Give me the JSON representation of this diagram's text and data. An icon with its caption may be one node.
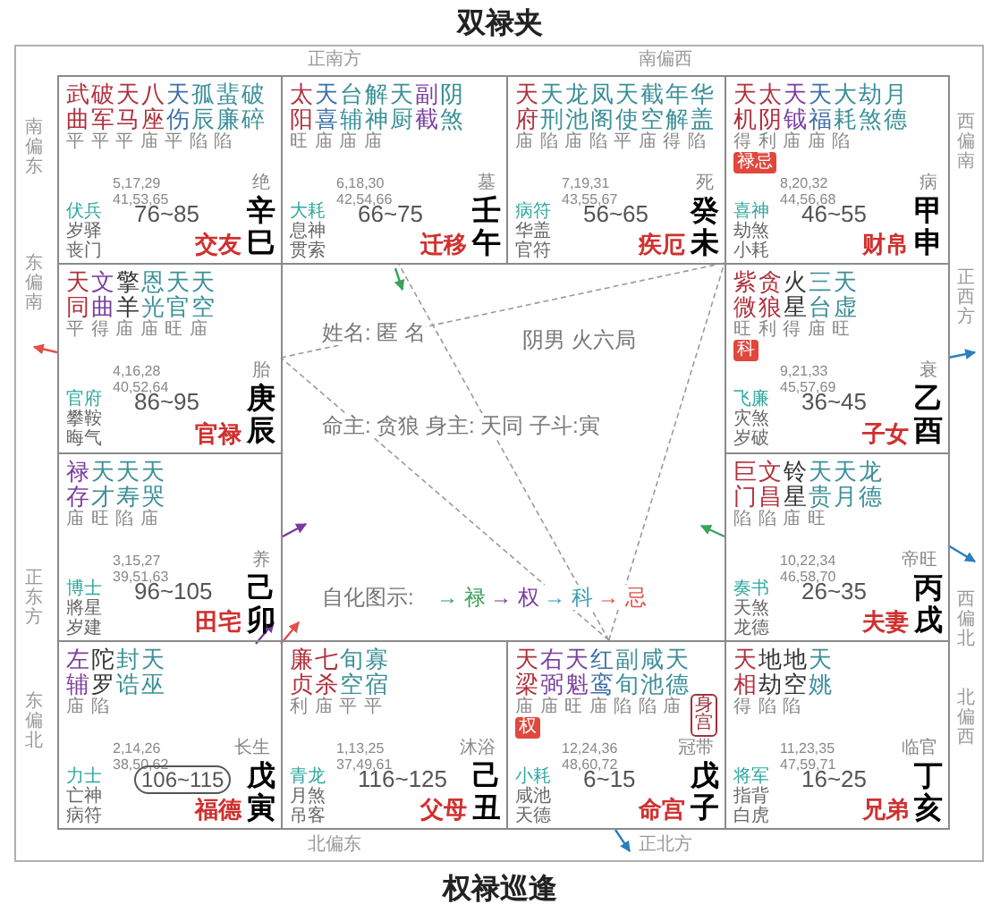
{
  "diagram": {
    "title": "双禄夹",
    "caption": "权禄巡逢",
    "nodes": [
      {
        "text": [
          "武曲",
          "破军",
          "天马",
          "八座",
          "天伤",
          "孤辰",
          "蜚廉",
          "破碎",
          "平 平 平 庙 平 陷 陷",
          "5,17,29 41,53,65",
          "绝",
          "伏兵",
          "岁驿",
          "丧门",
          "76~85",
          "交友",
          "辛巳"
        ]
      },
      {
        "text": [
          "太阳",
          "天喜",
          "台辅",
          "解神",
          "天厨",
          "副截",
          "阴煞",
          "旺 庙 庙 庙",
          "6,18,30 42,54,66",
          "墓",
          "大耗",
          "息神",
          "贯索",
          "66~75",
          "迁移",
          "壬午"
        ]
      },
      {
        "text": [
          "天府",
          "天刑",
          "龙池",
          "凤阁",
          "天使",
          "截空",
          "年解",
          "华盖",
          "庙 陷 庙 陷 平 庙 得 陷",
          "7,19,31 43,55,67",
          "死",
          "病符",
          "华盖",
          "官符",
          "56~65",
          "疾厄",
          "癸未"
        ]
      },
      {
        "text": [
          "天机",
          "太阴",
          "天钺",
          "天福",
          "大耗",
          "劫煞",
          "月德",
          "得 利 庙 庙 陷",
          "禄忌",
          "8,20,32 44,56,68",
          "病",
          "喜神",
          "劫煞",
          "小耗",
          "46~55",
          "财帛",
          "甲申"
        ]
      },
      {
        "text": [
          "天同",
          "文曲",
          "擎羊",
          "恩光",
          "天官",
          "天空",
          "平 得 庙 庙 旺 庙",
          "4,16,28 40,52,64",
          "胎",
          "官府",
          "攀鞍",
          "晦气",
          "86~95",
          "官禄",
          "庚辰"
        ]
      },
      {
        "text": [
          "紫微",
          "贪狼",
          "火星",
          "三台",
          "天虚",
          "旺 利 得 庙 旺",
          "科",
          "9,21,33 45,57,69",
          "衰",
          "飞廉",
          "灾煞",
          "岁破",
          "36~45",
          "子女",
          "乙酉"
        ]
      },
      {
        "text": [
          "禄存",
          "天才",
          "天寿",
          "天哭",
          "庙 旺 陷 庙",
          "3,15,27 39,51,63",
          "养",
          "博士",
          "將星",
          "岁建",
          "96~105",
          "田宅",
          "己卯"
        ]
      },
      {
        "text": [
          "巨门",
          "文昌",
          "铃星",
          "天贵",
          "天月",
          "龙德",
          "陷 陷 庙 旺",
          "10,22,34 46,58,70",
          "帝旺",
          "奏书",
          "天煞",
          "龙德",
          "26~35",
          "夫妻",
          "丙戌"
        ]
      },
      {
        "text": [
          "左辅",
          "陀罗",
          "封诰",
          "天巫",
          "庙 陷",
          "2,14,26 38,50,62",
          "长生",
          "力士",
          "亡神",
          "病符",
          "106~115",
          "福德",
          "戊寅"
        ]
      },
      {
        "text": [
          "廉贞",
          "七杀",
          "旬空",
          "寡宿",
          "利 庙 平 平",
          "1,13,25 37,49,61",
          "沐浴",
          "青龙",
          "月煞",
          "吊客",
          "116~125",
          "父母",
          "己丑"
        ]
      },
      {
        "text": [
          "天梁",
          "右弼",
          "天魁",
          "红鸾",
          "副旬",
          "咸池",
          "天德",
          "庙 庙 旺 庙 陷 陷 庙",
          "权",
          "身宫",
          "12,24,36 48,60,72",
          "冠带",
          "小耗",
          "咸池",
          "天德",
          "6~15",
          "命宫",
          "戊子"
        ]
      },
      {
        "text": [
          "天相",
          "地劫",
          "地空",
          "天姚",
          "得 陷 陷",
          "11,23,35 47,59,71",
          "临官",
          "将军",
          "指背",
          "白虎",
          "16~25",
          "兄弟",
          "丁亥"
        ]
      }
    ],
    "edges": [
      {
        "from": 10,
        "to": 4,
        "arrow": "none",
        "style": "dashed"
      },
      {
        "from": 10,
        "to": 3,
        "arrow": "none",
        "style": "dashed"
      },
      {
        "from": 10,
        "to": 1,
        "arrow": "none",
        "style": "dashed"
      },
      {
        "from": 4,
        "to": 3,
        "arrow": "none",
        "style": "dashed"
      }
    ],
    "labels": [
      "正南方",
      "南偏西",
      "南偏东",
      "西偏南",
      "东偏南",
      "正西方",
      "姓名: 匿 名",
      "阴男 火六局",
      "命主: 贪狼 身主: 天同 子斗:寅",
      "正东方",
      "西偏北",
      "自化图示:",
      "→ 禄",
      "→ 权",
      "→ 科",
      "→ 忌",
      "东偏北",
      "北偏西",
      "北偏东",
      "正北方"
    ]
  }
}
